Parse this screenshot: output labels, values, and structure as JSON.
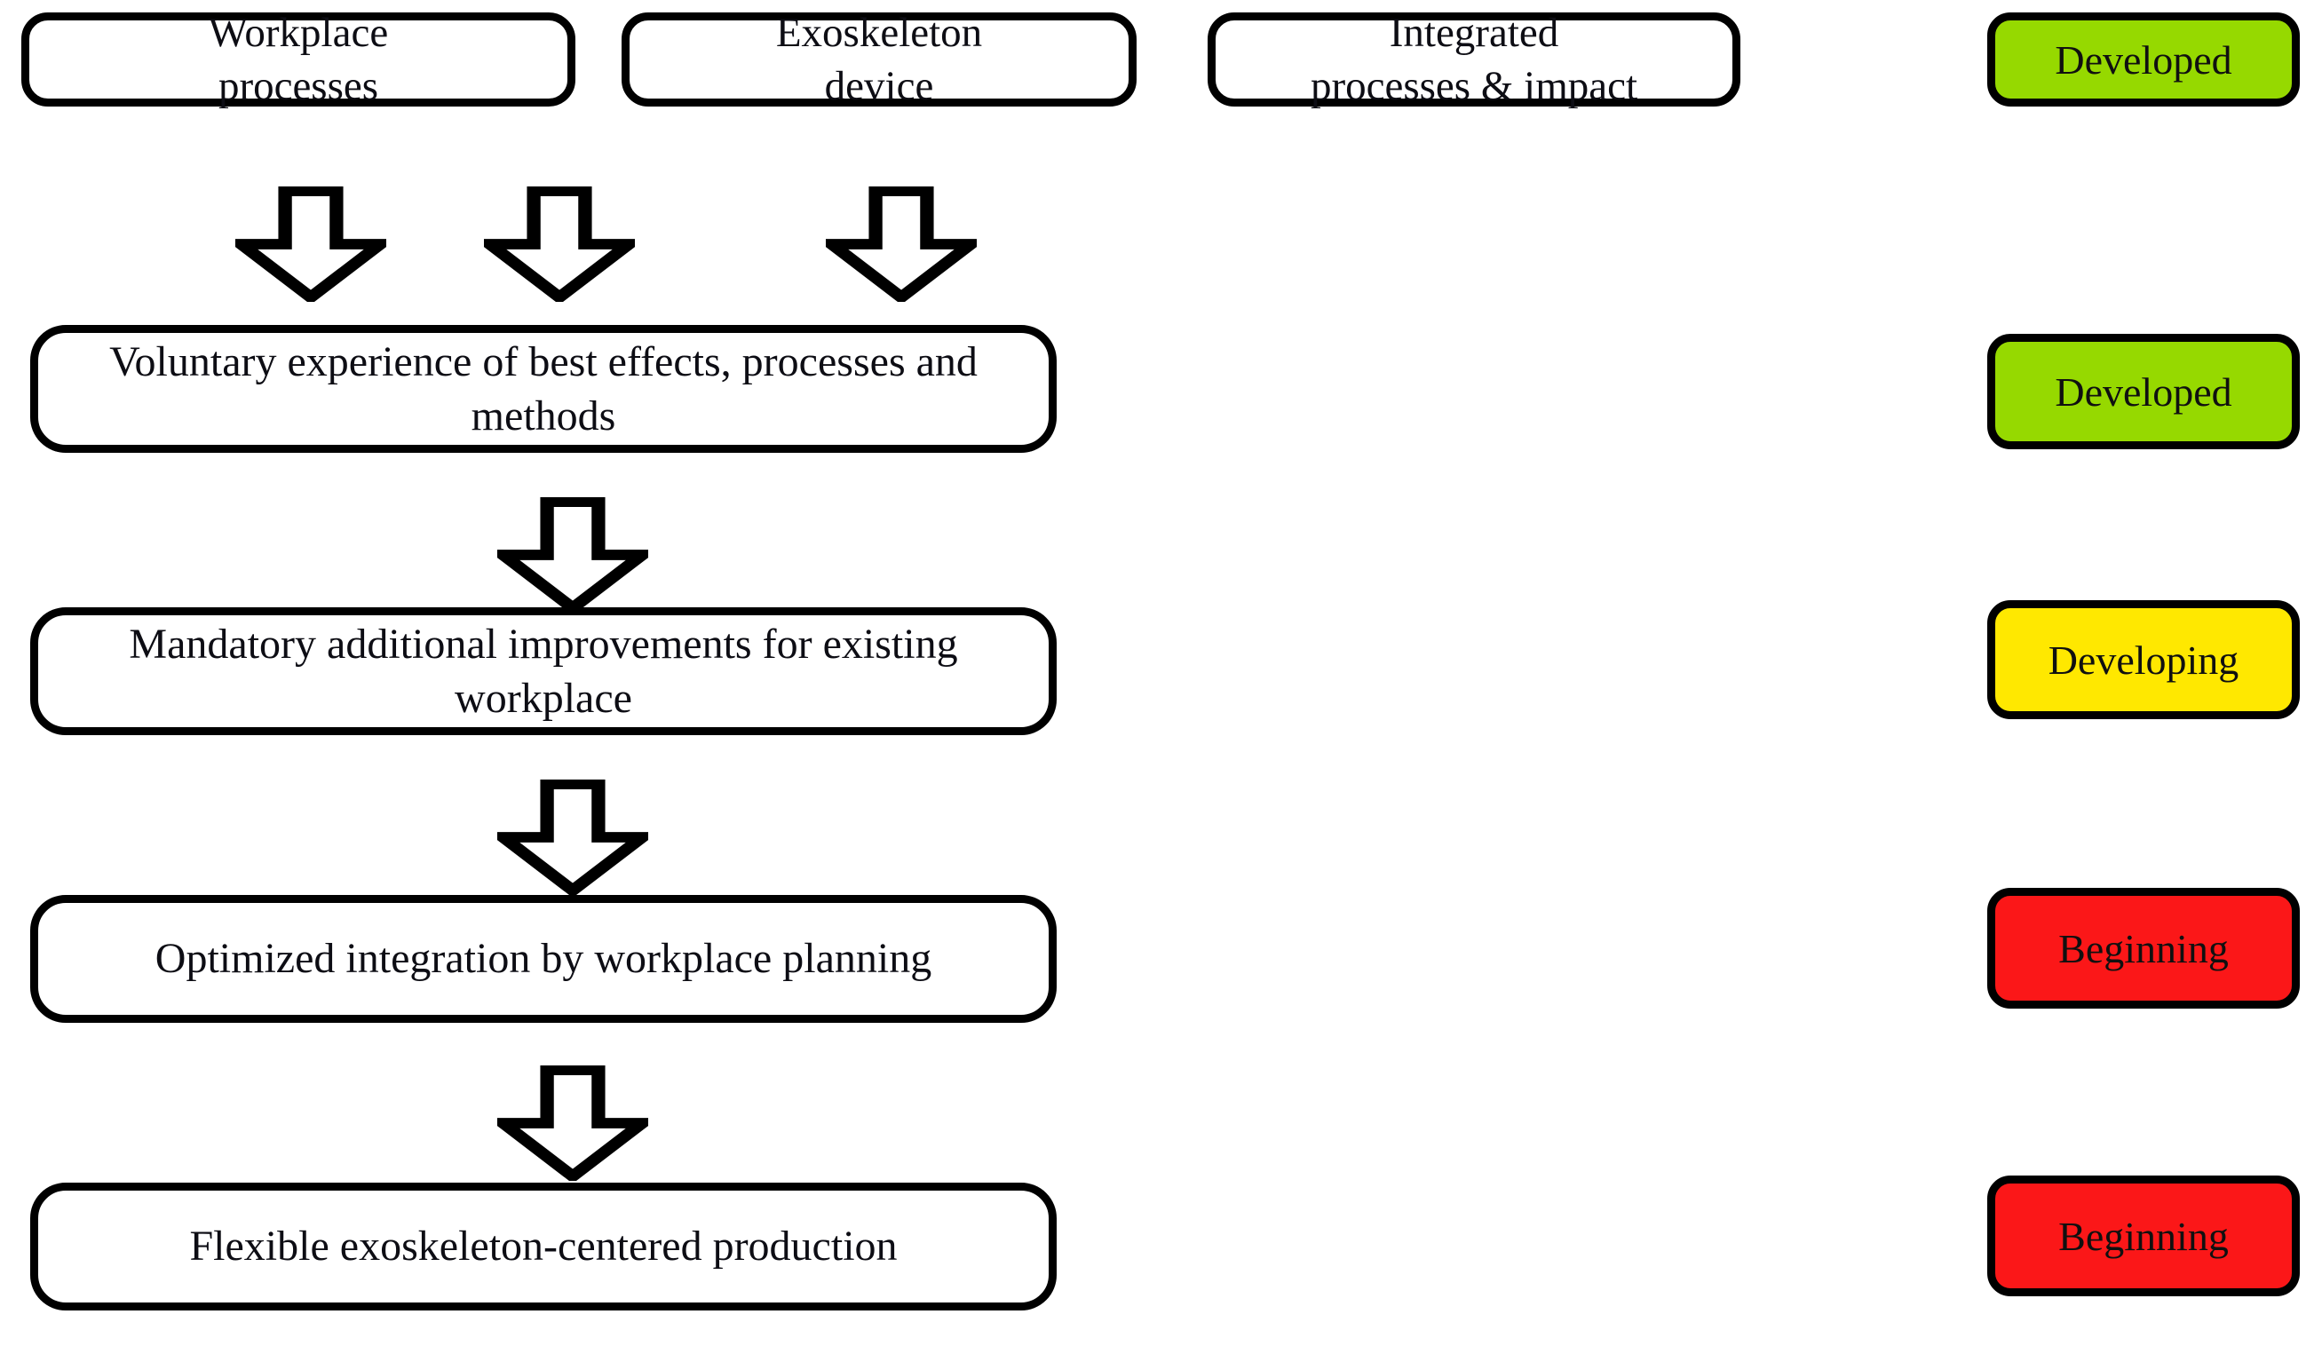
{
  "diagram": {
    "title": "Exoskeleton workplace integration maturity flow",
    "colors": {
      "developed": "#96d900",
      "developing": "#ffe800",
      "beginning": "#fb1718",
      "outline": "#000000",
      "box_fill": "#ffffff",
      "text": "#0d0d14"
    },
    "top_row": [
      {
        "id": "workplace-processes",
        "line1": "Workplace",
        "line2": "processes"
      },
      {
        "id": "exoskeleton-device",
        "line1": "Exoskeleton",
        "line2": "device"
      },
      {
        "id": "integrated-processes-impact",
        "line1": "Integrated",
        "line2": "processes & impact"
      }
    ],
    "stages": [
      {
        "id": "voluntary-experience",
        "label": "Voluntary experience of best effects, processes and methods"
      },
      {
        "id": "mandatory-improvements",
        "label": "Mandatory additional improvements for existing workplace"
      },
      {
        "id": "optimized-integration",
        "label": "Optimized integration by workplace planning"
      },
      {
        "id": "flexible-production",
        "label": "Flexible exoskeleton-centered production"
      }
    ],
    "statuses": [
      {
        "id": "status-top-row",
        "label": "Developed",
        "level": "developed",
        "color": "#96d900"
      },
      {
        "id": "status-voluntary-experience",
        "label": "Developed",
        "level": "developed",
        "color": "#96d900"
      },
      {
        "id": "status-mandatory-improvements",
        "label": "Developing",
        "level": "developing",
        "color": "#ffe800"
      },
      {
        "id": "status-optimized-integration",
        "label": "Beginning",
        "level": "beginning",
        "color": "#fb1718"
      },
      {
        "id": "status-flexible-production",
        "label": "Beginning",
        "level": "beginning",
        "color": "#fb1718"
      }
    ],
    "arrows": [
      {
        "id": "arrow-workplace-to-voluntary",
        "direction": "down"
      },
      {
        "id": "arrow-exoskeleton-to-voluntary",
        "direction": "down"
      },
      {
        "id": "arrow-integrated-to-voluntary",
        "direction": "down"
      },
      {
        "id": "arrow-voluntary-to-mandatory",
        "direction": "down"
      },
      {
        "id": "arrow-mandatory-to-optimized",
        "direction": "down"
      },
      {
        "id": "arrow-optimized-to-flexible",
        "direction": "down"
      }
    ]
  }
}
